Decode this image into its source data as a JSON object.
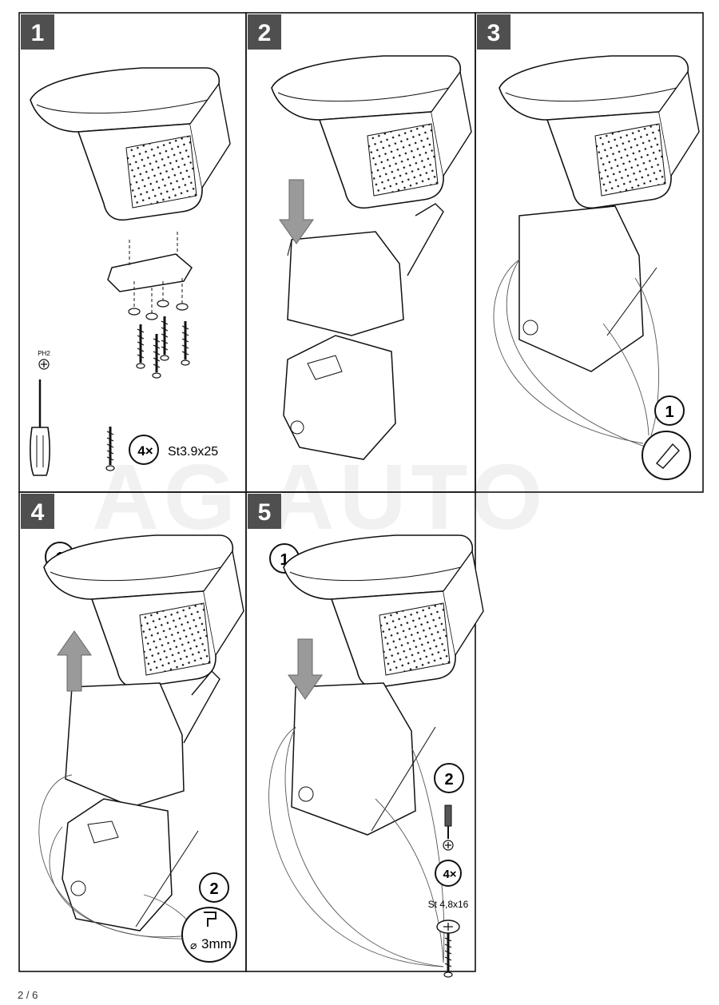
{
  "watermark": "AG AUTO",
  "page_number": "2 / 6",
  "colors": {
    "step_badge": "#4f4f4f",
    "arrow_fill": "#9a9a9a",
    "line": "#111111",
    "watermark": "#f1f1f1"
  },
  "steps": [
    {
      "number": "1",
      "tool_label": "PH2",
      "qty": "4×",
      "screw_spec": "St3.9x25"
    },
    {
      "number": "2"
    },
    {
      "number": "3",
      "callout": "1"
    },
    {
      "number": "4",
      "callout_top": "1",
      "callout_bottom": "2",
      "drill": "3mm",
      "diameter_symbol": "⌀"
    },
    {
      "number": "5",
      "callout_top": "1",
      "callout_mid": "2",
      "qty": "4×",
      "screw_spec": "St 4,8x16"
    }
  ]
}
